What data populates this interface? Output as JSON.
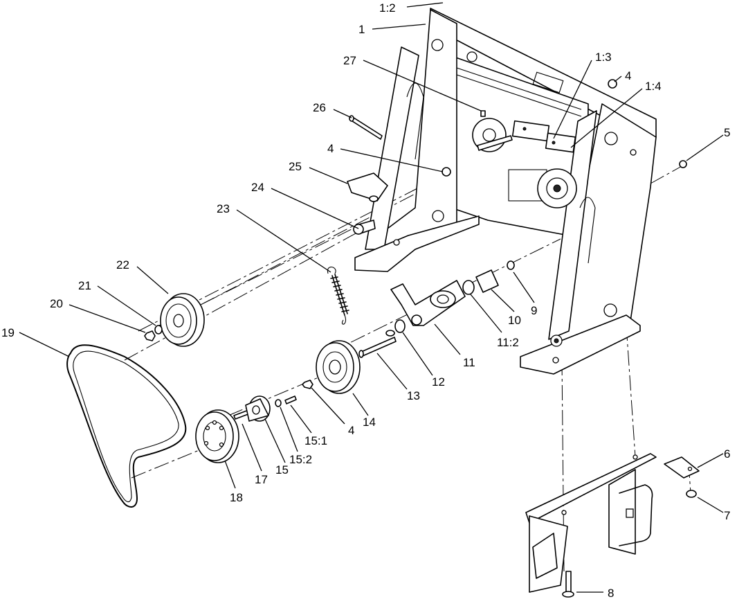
{
  "callouts": {
    "c_1_2": "1:2",
    "c_1": "1",
    "c_27": "27",
    "c_1_3": "1:3",
    "c_4a": "4",
    "c_1_4": "1:4",
    "c_26": "26",
    "c_5": "5",
    "c_4b": "4",
    "c_25": "25",
    "c_24": "24",
    "c_23": "23",
    "c_22": "22",
    "c_21": "21",
    "c_20": "20",
    "c_19": "19",
    "c_9": "9",
    "c_10": "10",
    "c_11_2": "11:2",
    "c_11": "11",
    "c_12": "12",
    "c_13": "13",
    "c_14": "14",
    "c_4c": "4",
    "c_15_1": "15:1",
    "c_15_2": "15:2",
    "c_15": "15",
    "c_17": "17",
    "c_18": "18",
    "c_6": "6",
    "c_7": "7",
    "c_8": "8"
  }
}
